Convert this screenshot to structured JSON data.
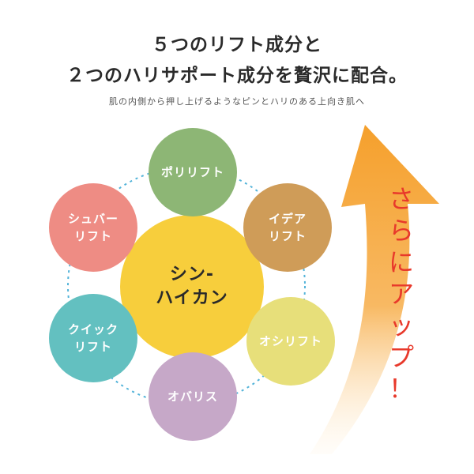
{
  "headline": {
    "line1": "５つのリフト成分と",
    "line2": "２つのハリサポート成分を贅沢に配合。"
  },
  "subline": "肌の内側から押し上げるようなピンとハリのある上向き肌へ",
  "center": {
    "label": "シン-\nハイカン",
    "color": "#f7ce3c"
  },
  "ingredients": [
    {
      "label": "ポリリフト",
      "color": "#8db675"
    },
    {
      "label": "イデア\nリフト",
      "color": "#cf9c58"
    },
    {
      "label": "オシリフト",
      "color": "#e7df7a"
    },
    {
      "label": "オバリス",
      "color": "#c6a8c8"
    },
    {
      "label": "クイック\nリフト",
      "color": "#63c0c0"
    },
    {
      "label": "シュバー\nリフト",
      "color": "#ee8c84"
    }
  ],
  "arrow": {
    "chars": [
      "さ",
      "ら",
      "に",
      "ア",
      "ッ",
      "プ",
      "！"
    ],
    "color_top": "#f5a02c",
    "color_bottom": "#fff4e2",
    "text_color": "#e8392b"
  },
  "ring_color": "#52b3d9"
}
